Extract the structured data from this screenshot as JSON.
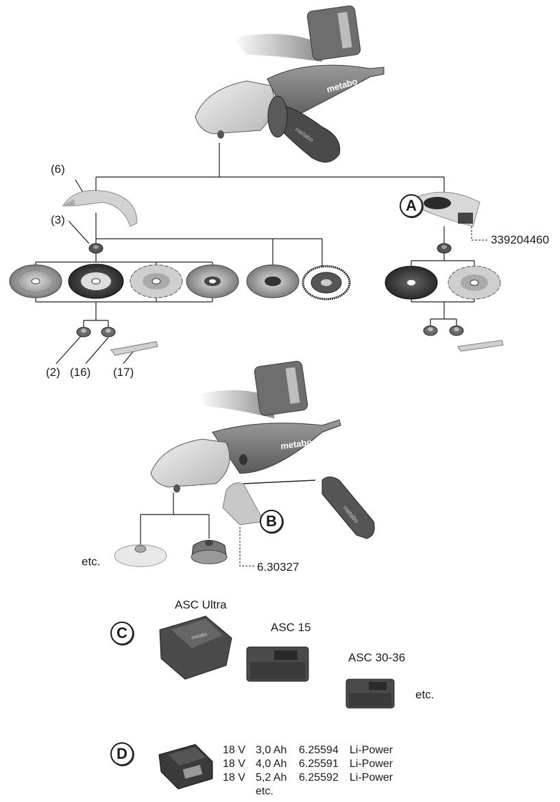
{
  "callouts": {
    "guard": "(6)",
    "inner_flange": "(3)",
    "clamping_nut": "(2)",
    "quick_nut": "(16)",
    "pin_spanner": "(17)"
  },
  "sections": {
    "a": "A",
    "b": "B",
    "c": "C",
    "d": "D"
  },
  "part_numbers": {
    "guard_a": "339204460",
    "bracket_b": "6.30327"
  },
  "etc_b": "etc.",
  "chargers": {
    "ultra": "ASC Ultra",
    "asc15": "ASC 15",
    "asc3036": "ASC 30-36",
    "etc": "etc."
  },
  "batteries": [
    {
      "voltage": "18 V",
      "capacity": "3,0 Ah",
      "order_no": "6.25594",
      "type": "Li-Power"
    },
    {
      "voltage": "18 V",
      "capacity": "4,0 Ah",
      "order_no": "6.25591",
      "type": "Li-Power"
    },
    {
      "voltage": "18 V",
      "capacity": "5,2 Ah",
      "order_no": "6.25592",
      "type": "Li-Power"
    }
  ],
  "batteries_etc": "etc.",
  "brand": "metabo"
}
